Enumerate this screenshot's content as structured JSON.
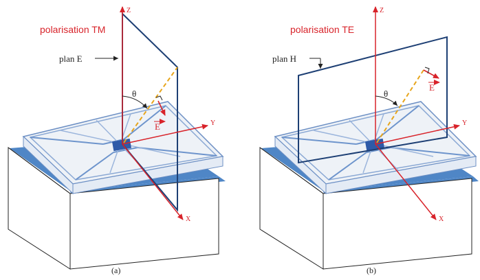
{
  "colors": {
    "axis": "#d8232a",
    "plane": "#1d3f74",
    "ground": "#4f86c6",
    "patch": "#eef2f7",
    "dashed": "#e7a51b"
  },
  "panels": [
    {
      "id": "a",
      "title": "polarisation TM",
      "plane_label": "plan E",
      "theta": "θ",
      "e_vector": "E",
      "axis_z": "Z",
      "axis_y": "Y",
      "axis_x": "X",
      "caption": "(a)"
    },
    {
      "id": "b",
      "title": "polarisation TE",
      "plane_label": "plan H",
      "theta": "θ",
      "e_vector": "E",
      "axis_z": "Z",
      "axis_y": "Y",
      "axis_x": "X",
      "caption": "(b)"
    }
  ]
}
